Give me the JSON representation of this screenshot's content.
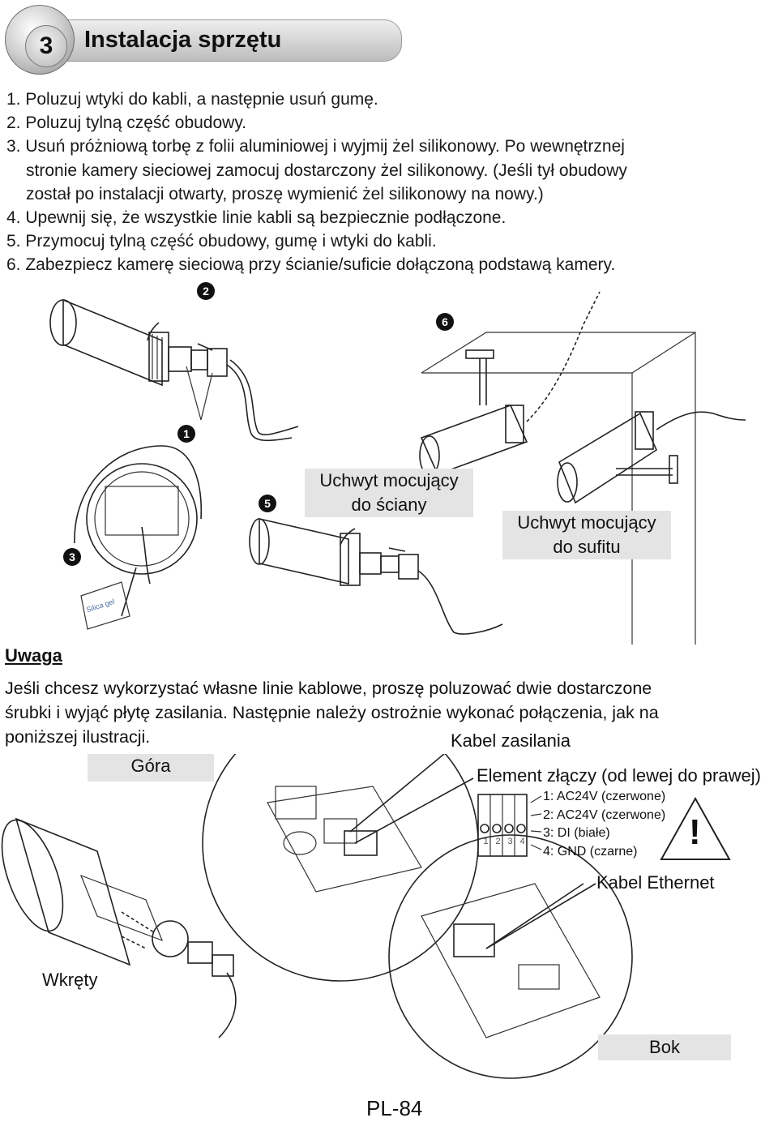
{
  "section": {
    "number": "3",
    "title": "Instalacja sprzętu"
  },
  "steps": [
    "1. Poluzuj wtyki do kabli, a następnie usuń gumę.",
    "2. Poluzuj tylną część obudowy.",
    "3. Usuń próżniową torbę z folii aluminiowej i wyjmij żel silikonowy. Po wewnętrznej",
    "stronie kamery sieciowej zamocuj dostarczony żel silikonowy. (Jeśli tył obudowy",
    "został po instalacji otwarty, proszę wymienić żel silikonowy na nowy.)",
    "4. Upewnij się, że wszystkie linie kabli są bezpiecznie podłączone.",
    "5. Przymocuj tylną część obudowy, gumę i wtyki do kabli.",
    "6. Zabezpiecz kamerę sieciową przy ścianie/suficie dołączoną podstawą kamery."
  ],
  "figure1": {
    "badges": [
      "2",
      "6",
      "1",
      "5",
      "3"
    ],
    "wall_mount_label": [
      "Uchwyt mocujący",
      "do ściany"
    ],
    "ceiling_mount_label": [
      "Uchwyt mocujący",
      "do sufitu"
    ],
    "gel_pack_text": "Silica gel"
  },
  "note": {
    "title": "Uwaga",
    "lines": [
      "Jeśli chcesz wykorzystać własne linie kablowe, proszę poluzować dwie dostarczone",
      "śrubki i wyjąć płytę zasilania. Następnie należy ostrożnie wykonać połączenia, jak na",
      "poniższej ilustracji."
    ]
  },
  "figure2": {
    "power_cable_label": "Kabel zasilania",
    "top_label": "Góra",
    "connector_label": "Element złączy (od lewej do prawej)",
    "pins": [
      "1: AC24V (czerwone)",
      "2: AC24V (czerwone)",
      "3: DI (białe)",
      "4: GND (czarne)"
    ],
    "pin_numbers": [
      "1",
      "2",
      "3",
      "4"
    ],
    "warning_symbol": "!",
    "ethernet_label": "Kabel Ethernet",
    "screws_label": "Wkręty",
    "side_label": "Bok"
  },
  "footer": {
    "page": "PL-84"
  }
}
